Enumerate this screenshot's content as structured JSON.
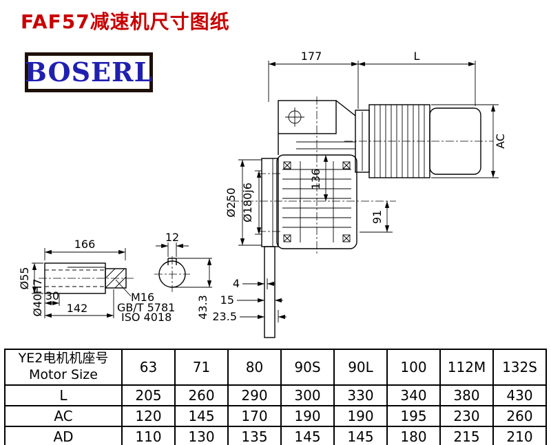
{
  "page": {
    "title": "FAF57减速机尺寸图纸",
    "logo": "BOSERL"
  },
  "drawing": {
    "dims": {
      "d177": "177",
      "L": "L",
      "AC": "AC",
      "d136": "136",
      "d91": "91",
      "d250": "Ø250",
      "d180": "Ø180j6",
      "d4": "4",
      "d15": "15",
      "d23_5": "23.5",
      "d43_3": "43.3"
    },
    "shaft": {
      "d166": "166",
      "d12": "12",
      "d30": "30",
      "d142": "142",
      "d55": "Ø55",
      "d40": "Ø40H7",
      "m16": "M16",
      "gbt": "GB/T 5781",
      "iso": "ISO 4018"
    }
  },
  "table": {
    "header_cn": "YE2电机机座号",
    "header_en": "Motor Size",
    "sizes": [
      "63",
      "71",
      "80",
      "90S",
      "90L",
      "100",
      "112M",
      "132S"
    ],
    "rows": [
      {
        "label": "L",
        "values": [
          "205",
          "260",
          "290",
          "300",
          "330",
          "340",
          "380",
          "430"
        ]
      },
      {
        "label": "AC",
        "values": [
          "120",
          "145",
          "170",
          "190",
          "190",
          "195",
          "230",
          "260"
        ]
      },
      {
        "label": "AD",
        "values": [
          "110",
          "130",
          "135",
          "145",
          "145",
          "180",
          "215",
          "210"
        ]
      }
    ]
  }
}
